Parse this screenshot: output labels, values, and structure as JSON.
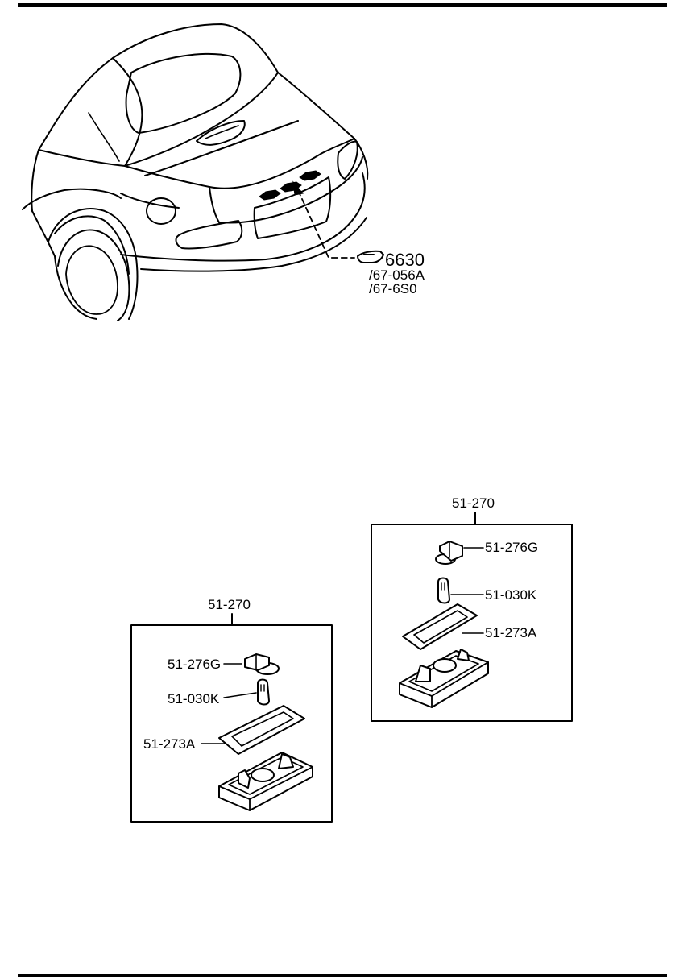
{
  "callout": {
    "ref_code": "6630",
    "ref_lines": [
      "/67-056A",
      "/67-6S0"
    ]
  },
  "assemblies": [
    {
      "title": "51-270",
      "parts": [
        {
          "label": "51-276G"
        },
        {
          "label": "51-030K"
        },
        {
          "label": "51-273A"
        }
      ]
    },
    {
      "title": "51-270",
      "parts": [
        {
          "label": "51-276G"
        },
        {
          "label": "51-030K"
        },
        {
          "label": "51-273A"
        }
      ]
    }
  ]
}
